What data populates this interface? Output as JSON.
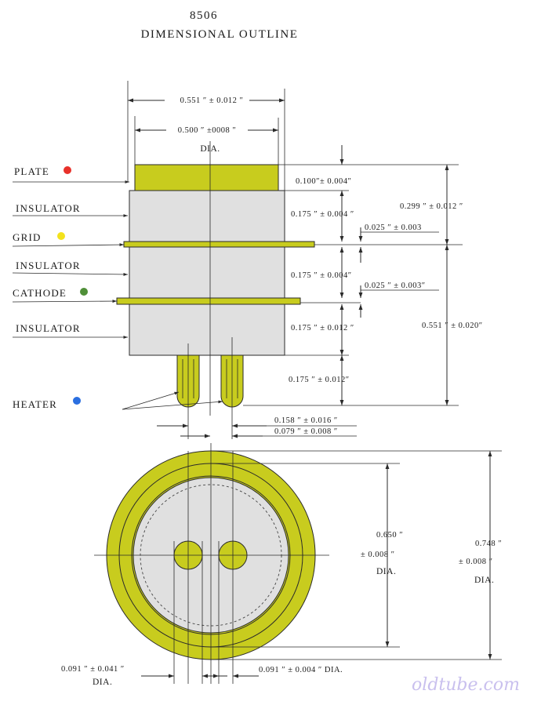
{
  "title": {
    "number": "8506",
    "subtitle": "DIMENSIONAL OUTLINE"
  },
  "labels": {
    "plate": "PLATE",
    "insulator_1": "INSULATOR",
    "grid": "GRID",
    "insulator_2": "INSULATOR",
    "cathode": "CATHODE",
    "insulator_3": "INSULATOR",
    "heater": "HEATER"
  },
  "dot_colors": {
    "plate": "#e8312a",
    "grid": "#f3e21c",
    "cathode": "#4f8f38",
    "heater": "#2b6fe0"
  },
  "colors": {
    "electrode": "#c8cc1e",
    "body": "#e0e0e0"
  },
  "dimensions": {
    "overall_width": "0.551 ″ ± 0.012 ″",
    "plate_dia": "0.500 ″ ±0008 ″",
    "dia": "DIA.",
    "plate_height": "0.100″± 0.004″",
    "insulator_1_height": "0.175 ″ ± 0.004 ″",
    "upper_height": "0.299 ″ ± 0.012 ″",
    "grid_thickness": "0.025 ″ ± 0.003",
    "insulator_2_height": "0.175 ″ ± 0.004″",
    "cathode_thickness": "0.025 ″ ± 0.003″",
    "insulator_3_height": "0.175 ″ ± 0.012 ″",
    "lower_height": "0.551 ″ ± 0.020″",
    "pin_length": "0.175 ″ ± 0.012″",
    "pin_spacing": "0.158 ″ ± 0.016 ″",
    "pin_offset": "0.079 ″ ± 0.008 ″",
    "inner_dia_value": "0.650 ″",
    "inner_dia_tol": "± 0.008 ″",
    "outer_dia_value": "0.748 ″",
    "outer_dia_tol": "± 0.008 ″",
    "pin_dia_left": "0.091 ″ ± 0.041 ″",
    "pin_dia_left_dia": "DIA.",
    "pin_dia_right": "0.091 ″ ± 0.004 ″ DIA."
  },
  "watermark": "oldtube.com"
}
